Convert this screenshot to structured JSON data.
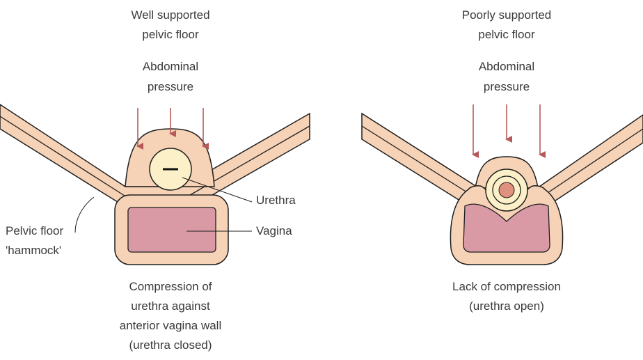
{
  "colors": {
    "tissue_fill": "#f6d2b6",
    "tissue_stroke": "#1f1f1f",
    "vagina_lumen": "#d99aa6",
    "urethra_fill": "#fbf0c7",
    "urethra_lumen_open": "#e0907e",
    "arrow": "#b55a5a",
    "text": "#3a3a3a"
  },
  "left_panel": {
    "title_line1": "Well supported",
    "title_line2": "pelvic floor",
    "pressure_line1": "Abdominal",
    "pressure_line2": "pressure",
    "label_urethra": "Urethra",
    "label_vagina": "Vagina",
    "label_hammock_line1": "Pelvic floor",
    "label_hammock_line2": "'hammock'",
    "caption_line1": "Compression of",
    "caption_line2": "urethra against",
    "caption_line3": "anterior vagina wall",
    "caption_line4": "(urethra closed)"
  },
  "right_panel": {
    "title_line1": "Poorly supported",
    "title_line2": "pelvic floor",
    "pressure_line1": "Abdominal",
    "pressure_line2": "pressure",
    "caption_line1": "Lack of compression",
    "caption_line2": "(urethra open)"
  },
  "icons": {
    "pressure_arrows": "arrow-down-icon"
  }
}
